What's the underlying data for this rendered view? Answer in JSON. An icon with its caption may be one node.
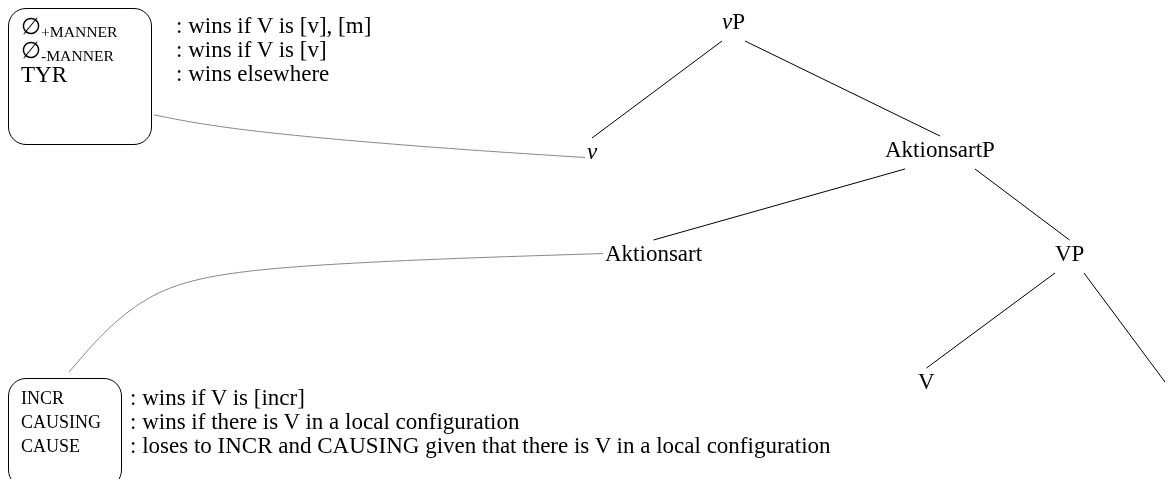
{
  "diagram": {
    "nodes": [
      {
        "text": [
          "∅$_{+MANNER}$",
          "∅$_{-MANNER}$",
          "TYR"
        ],
        "beside": [
          ": wins if V is [v], [m]",
          ": wins if V is [v]",
          ": wins elsewhere"
        ]
      },
      {
        "text": [
          "vP"
        ]
      },
      {
        "text": [
          "v"
        ]
      },
      {
        "text": [
          "AktionsartP"
        ]
      },
      {
        "text": [
          "Aktionsart"
        ]
      },
      {
        "text": [
          "VP"
        ]
      },
      {
        "text": [
          "V"
        ]
      },
      {
        "text": [
          "INCR",
          "CAUSING",
          "CAUSE"
        ],
        "beside": [
          ": wins if V is [incr]",
          ": wins if there is V in a local configuration",
          ": loses to INCR and CAUSING given that there is V in a local configuration"
        ]
      }
    ],
    "edges": [
      {
        "from": 1,
        "to": 2,
        "arrow": "none"
      },
      {
        "from": 1,
        "to": 3,
        "arrow": "none"
      },
      {
        "from": 3,
        "to": 4,
        "arrow": "none"
      },
      {
        "from": 3,
        "to": 5,
        "arrow": "none"
      },
      {
        "from": 5,
        "to": 6,
        "arrow": "none"
      },
      {
        "from": 5,
        "to": null,
        "arrow": "none"
      },
      {
        "from": 0,
        "to": 2,
        "arrow": "none",
        "color": "#888888"
      },
      {
        "from": 4,
        "to": 7,
        "arrow": "none",
        "color": "#888888"
      }
    ]
  }
}
